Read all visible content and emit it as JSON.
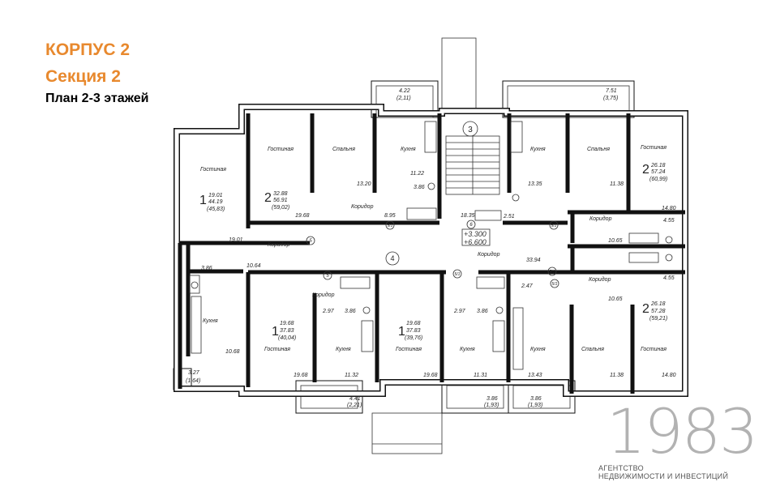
{
  "header": {
    "building": "КОРПУС 2",
    "section": "Секция 2",
    "plan": "План 2-3 этажей"
  },
  "logo": {
    "number": "1983",
    "line1": "АГЕНТСТВО",
    "line2": "НЕДВИЖИМОСТИ И ИНВЕСТИЦИЙ"
  },
  "colors": {
    "accent": "#e8892e",
    "logo": "#b2b2b2"
  },
  "plan": {
    "rooms": {
      "gostinaya_tl": "Гостиная",
      "spalnya_tl": "Спальня",
      "kuhnya_tl": "Кухня",
      "kuhnya_tr": "Кухня",
      "spalnya_tr": "Спальня",
      "gostinaya_tr": "Гостиная",
      "gostinaya_l": "Гостиная",
      "kuhnya_l": "Кухня",
      "gostinaya_b1": "Гостиная",
      "kuhnya_b1": "Кухня",
      "gostinaya_b2": "Гостиная",
      "kuhnya_b2": "Кухня",
      "kuhnya_b3": "Кухня",
      "spalnya_b3": "Спальня",
      "gostinaya_b3": "Гостиная",
      "koridor_1": "Коридор",
      "koridor_2": "Коридор",
      "koridor_3": "Коридор",
      "koridor_4": "Коридор",
      "koridor_5": "Коридор",
      "koridor_6": "Коридор"
    },
    "apartments": {
      "a1": {
        "rooms": "1",
        "living": "19.01",
        "total": "44.19",
        "with_balcony": "(45,83)"
      },
      "a2": {
        "rooms": "2",
        "living": "32.88",
        "total": "56.91",
        "with_balcony": "(59,02)"
      },
      "a3": {
        "rooms": "2",
        "living": "26.18",
        "total": "57.24",
        "with_balcony": "(60,99)"
      },
      "a4": {
        "rooms": "1",
        "living": "19.68",
        "total": "37.83",
        "with_balcony": "(40,04)"
      },
      "a5": {
        "rooms": "1",
        "living": "19.68",
        "total": "37.83",
        "with_balcony": "(39,76)"
      },
      "a6": {
        "rooms": "2",
        "living": "26.18",
        "total": "57.28",
        "with_balcony": "(59,21)"
      }
    },
    "areas": {
      "v13_20": "13.20",
      "v11_22": "11.22",
      "v3_86a": "3.86",
      "v19_68a": "19.68",
      "v8_95": "8.95",
      "v18_35": "18.35",
      "v2_51": "2.51",
      "v13_35": "13.35",
      "v11_38a": "11.38",
      "v14_80a": "14.80",
      "v4_55a": "4.55",
      "v19_01": "19.01",
      "v3_86b": "3.86",
      "v10_64": "10.64",
      "v33_94": "33.94",
      "v10_65a": "10.65",
      "v4_55b": "4.55",
      "v10_65b": "10.65",
      "v2_47": "2.47",
      "v2_97a": "2.97",
      "v3_86c": "3.86",
      "v2_97b": "2.97",
      "v3_86d": "3.86",
      "v10_68": "10.68",
      "v19_68b": "19.68",
      "v11_32": "11.32",
      "v19_68c": "19.68",
      "v11_31": "11.31",
      "v13_43": "13.43",
      "v11_38b": "11.38",
      "v14_80b": "14.80"
    },
    "balconies": {
      "b1": {
        "area": "4.22",
        "reduced": "(2,11)"
      },
      "b2": {
        "area": "7.51",
        "reduced": "(3,75)"
      },
      "b3": {
        "area": "3.27",
        "reduced": "(1,64)"
      },
      "b4": {
        "area": "4.41",
        "reduced": "(2,21)"
      },
      "b5": {
        "area": "3.86",
        "reduced": "(1,93)"
      },
      "b6": {
        "area": "3.86",
        "reduced": "(1,93)"
      }
    },
    "marks": {
      "m3": "3",
      "m4": "4",
      "m5a": "5",
      "m5b": "5",
      "m6": "6",
      "m5ia": "5/1",
      "m5ib": "5/1",
      "m5ic": "5/1",
      "m5id": "5/1",
      "m5ie": "5/1"
    },
    "elevations": {
      "e1": "+3.300",
      "e2": "+6.600"
    }
  }
}
